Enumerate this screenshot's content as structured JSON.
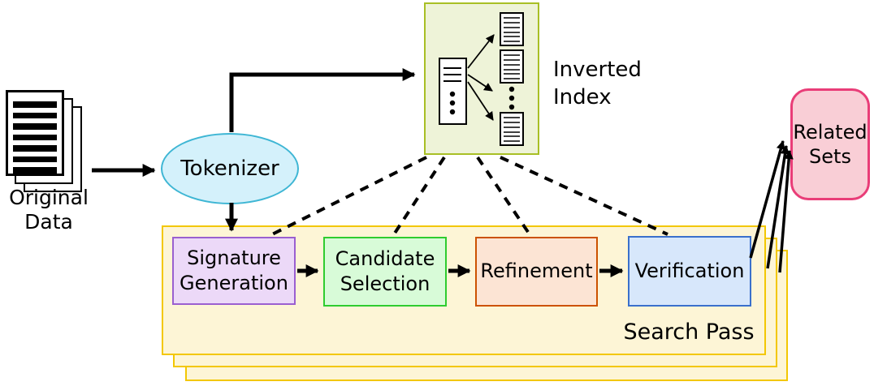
{
  "nodes": {
    "original_data": {
      "label": "Original Data"
    },
    "tokenizer": {
      "label": "Tokenizer"
    },
    "inverted_index": {
      "label": "Inverted Index"
    },
    "search_pass": {
      "label": "Search Pass"
    },
    "related_sets": {
      "label": "Related Sets"
    }
  },
  "steps": [
    {
      "label": "Signature Generation"
    },
    {
      "label": "Candidate Selection"
    },
    {
      "label": "Refinement"
    },
    {
      "label": "Verification"
    }
  ],
  "colors": {
    "tokenizer_fill": "#d4f1fb",
    "tokenizer_border": "#3eb6d4",
    "inverted_index_fill": "#eef3d8",
    "inverted_index_border": "#a8bf25",
    "search_pass_fill": "#fdf5d6",
    "search_pass_border": "#f3c702",
    "signature_generation_fill": "#ecd9f8",
    "signature_generation_border": "#9a5fd0",
    "candidate_selection_fill": "#d8fbd8",
    "candidate_selection_border": "#2fcc2f",
    "refinement_fill": "#fce4d4",
    "refinement_border": "#cc5200",
    "verification_fill": "#d7e7fb",
    "verification_border": "#3a70cc",
    "related_sets_fill": "#f9ced6",
    "related_sets_border": "#e93d78",
    "connector": "#000000"
  }
}
